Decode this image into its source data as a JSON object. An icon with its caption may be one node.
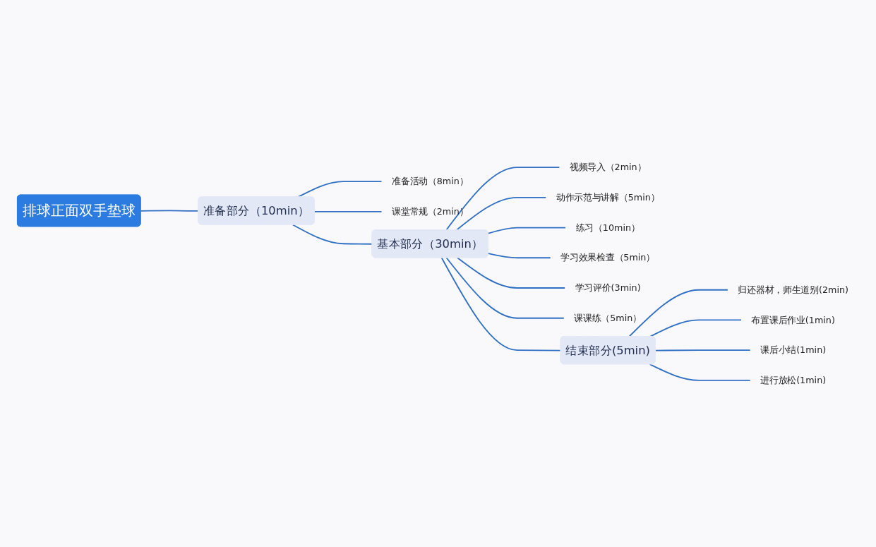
{
  "diagram": {
    "nodes": [
      {
        "text": [
          "排球正面双手垫球"
        ]
      },
      {
        "text": [
          "准备部分（10min）"
        ]
      },
      {
        "text": [
          "准备活动（8min）"
        ]
      },
      {
        "text": [
          "课堂常规（2min）"
        ]
      },
      {
        "text": [
          "基本部分（30min）"
        ]
      },
      {
        "text": [
          "视频导入（2min）"
        ]
      },
      {
        "text": [
          "动作示范与讲解（5min）"
        ]
      },
      {
        "text": [
          "练习（10min）"
        ]
      },
      {
        "text": [
          "学习效果检查（5min）"
        ]
      },
      {
        "text": [
          "学习评价(3min)"
        ]
      },
      {
        "text": [
          "课课练（5min）"
        ]
      },
      {
        "text": [
          "结束部分(5min)"
        ]
      },
      {
        "text": [
          "归还器材，师生道别(2min)"
        ]
      },
      {
        "text": [
          "布置课后作业(1min)"
        ]
      },
      {
        "text": [
          "课后小结(1min)"
        ]
      },
      {
        "text": [
          "进行放松(1min)"
        ]
      }
    ],
    "edges": [
      {
        "from": 0,
        "to": 1,
        "arrow": "none"
      },
      {
        "from": 1,
        "to": 4,
        "arrow": "none"
      },
      {
        "from": 4,
        "to": 11,
        "arrow": "none"
      },
      {
        "from": 1,
        "to": 2,
        "arrow": "none"
      },
      {
        "from": 1,
        "to": 3,
        "arrow": "none"
      },
      {
        "from": 4,
        "to": 5,
        "arrow": "none"
      },
      {
        "from": 4,
        "to": 6,
        "arrow": "none"
      },
      {
        "from": 4,
        "to": 7,
        "arrow": "none"
      },
      {
        "from": 4,
        "to": 8,
        "arrow": "none"
      },
      {
        "from": 4,
        "to": 9,
        "arrow": "none"
      },
      {
        "from": 4,
        "to": 10,
        "arrow": "none"
      },
      {
        "from": 11,
        "to": 12,
        "arrow": "none"
      },
      {
        "from": 11,
        "to": 13,
        "arrow": "none"
      },
      {
        "from": 11,
        "to": 14,
        "arrow": "none"
      },
      {
        "from": 11,
        "to": 15,
        "arrow": "none"
      }
    ]
  }
}
